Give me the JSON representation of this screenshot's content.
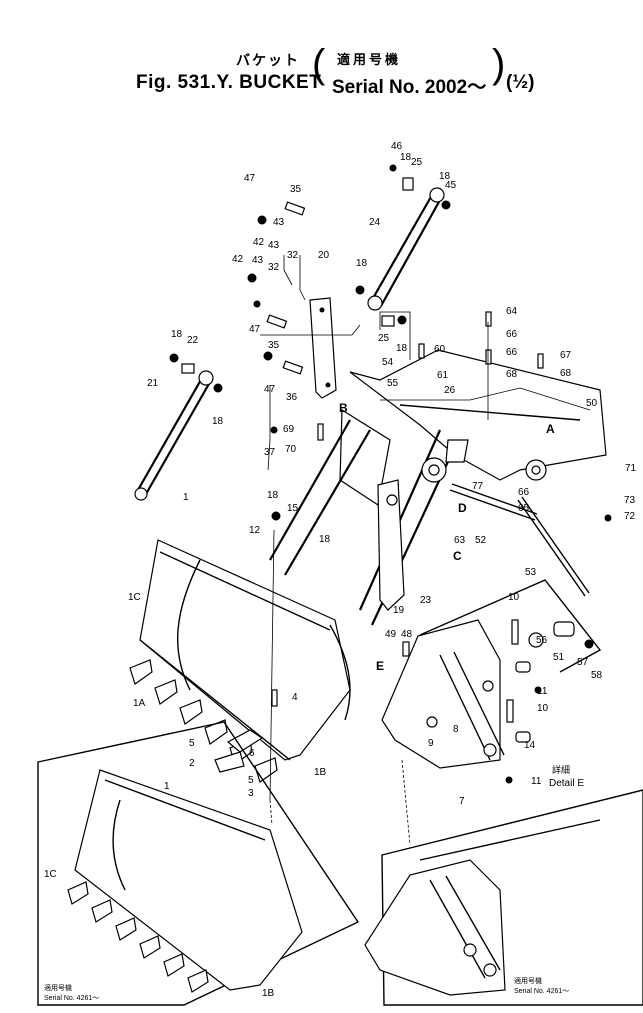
{
  "header": {
    "jp_title": "バケット",
    "fig_title": "Fig. 531.Y. BUCKET",
    "jp_apply": "適用号機",
    "serial": "Serial No. 2002～",
    "page": "(½)"
  },
  "parts": [
    "1",
    "1A",
    "1C",
    "1B",
    "2",
    "3",
    "4",
    "5",
    "6",
    "7",
    "8",
    "9",
    "10",
    "11",
    "12",
    "14",
    "15",
    "18",
    "19",
    "20",
    "21",
    "22",
    "23",
    "24",
    "25",
    "26",
    "32",
    "35",
    "36",
    "37",
    "42",
    "43",
    "45",
    "46",
    "47",
    "48",
    "49",
    "50",
    "51",
    "52",
    "53",
    "54",
    "55",
    "56",
    "57",
    "58",
    "60",
    "61",
    "63",
    "64",
    "65",
    "66",
    "67",
    "68",
    "69",
    "70",
    "71",
    "72",
    "73",
    "77"
  ],
  "callouts": [
    "A",
    "B",
    "C",
    "D",
    "E"
  ],
  "detail": {
    "jp": "詳細",
    "label": "Detail E"
  },
  "inset_left": {
    "jp": "適用号機",
    "serial": "Serial No. 4261～",
    "parts": [
      "1",
      "1C",
      "1B"
    ]
  },
  "inset_right": {
    "jp": "適用号機",
    "serial": "Serial No. 4261～"
  }
}
